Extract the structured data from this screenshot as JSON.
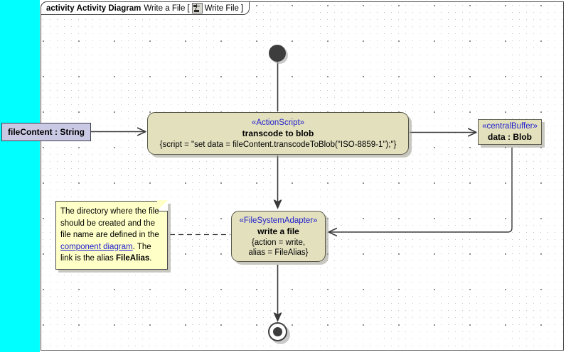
{
  "frame": {
    "keyword": "activity",
    "type_label": "Activity Diagram",
    "name": "Write a File",
    "bracket_open": "[",
    "icon": "activity-diagram-icon",
    "context": "Write File",
    "bracket_close": "]"
  },
  "colors": {
    "canvas_left_strip": "#00ffff",
    "action_fill": "#e3e0be",
    "action_border": "#58584a",
    "stereotype_text": "#2222cc",
    "note_fill": "#ffffc8",
    "note_border": "#4a4a4a",
    "pin_fill": "#c9c9e4",
    "pin_border": "#3c3c50",
    "node_black": "#3d3d3d",
    "link_text": "#1a1ad0",
    "grid_dot": "#b9b9b9"
  },
  "nodes": {
    "input_pin": {
      "label": "fileContent : String"
    },
    "initial": {
      "name": "initial-node"
    },
    "transcode": {
      "stereotype": "«ActionScript»",
      "title": "transcode to blob",
      "body": "{script = \"set data = fileContent.transcodeToBlob(\"ISO-8859-1\");\"}"
    },
    "central_buffer": {
      "stereotype": "«centralBuffer»",
      "title": "data : Blob"
    },
    "write_file": {
      "stereotype": "«FileSystemAdapter»",
      "title": "write a file",
      "body_line1": "{action = write,",
      "body_line2": "alias = FileAlias}"
    },
    "final": {
      "name": "activity-final-node"
    }
  },
  "note": {
    "text_part1": "The directory where the file should be created and the file name are defined in the ",
    "link": "component diagram",
    "text_part2": ". The link is the alias ",
    "bold": "FileAlias",
    "text_part3": "."
  }
}
